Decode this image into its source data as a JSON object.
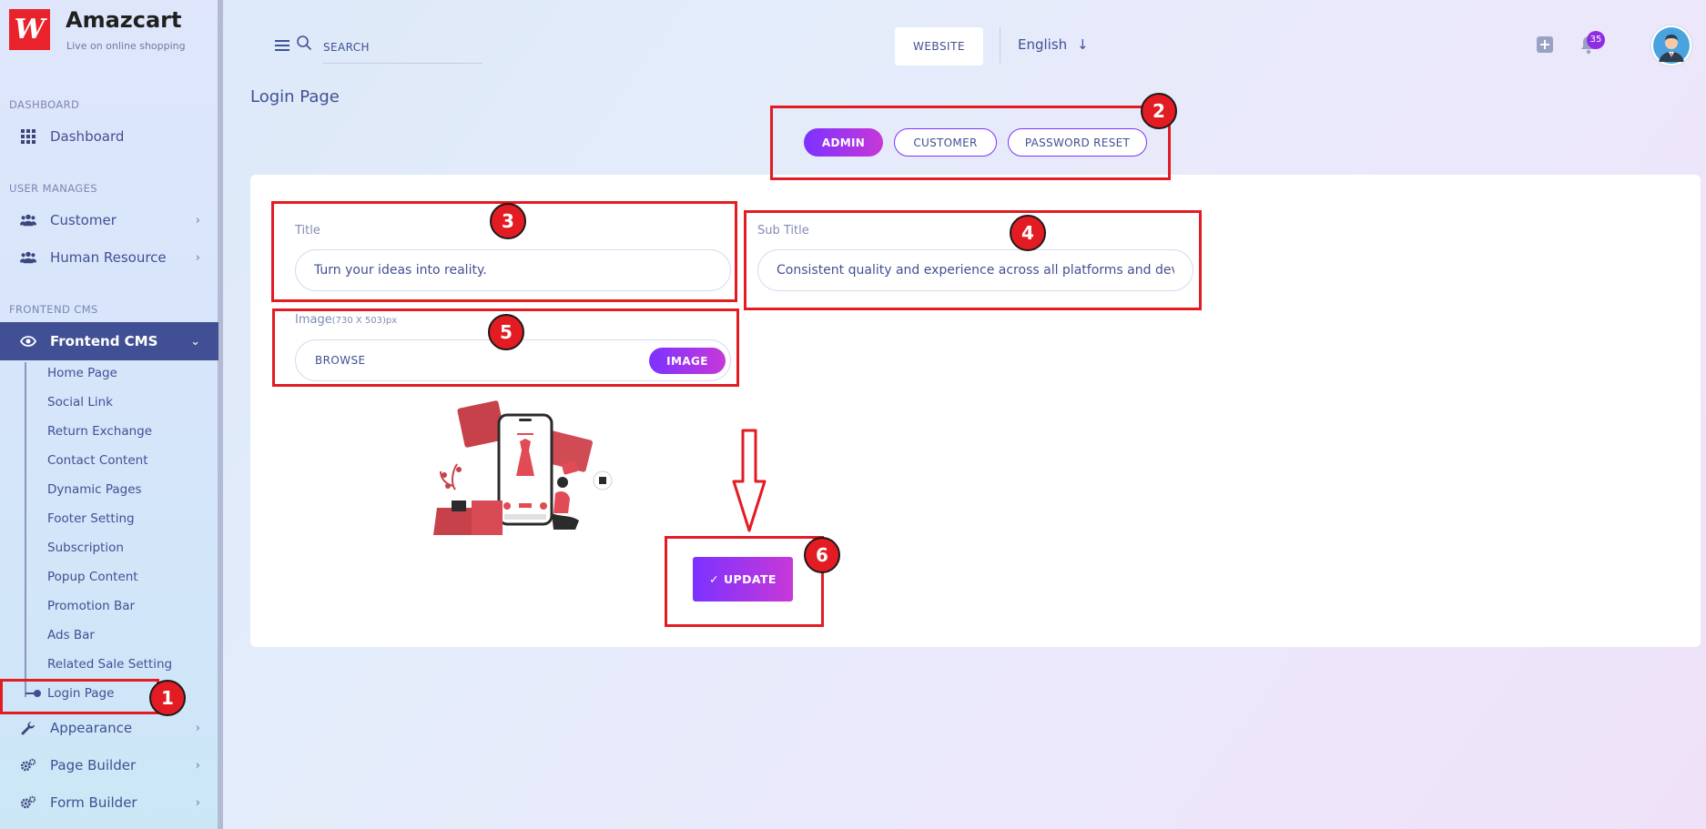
{
  "brand": {
    "name": "Amazcart",
    "tagline": "Live on online shopping",
    "logo_text": "W"
  },
  "sidebar": {
    "sections": {
      "dashboard": "DASHBOARD",
      "user_manages": "USER MANAGES",
      "frontend_cms": "FRONTEND CMS"
    },
    "items": {
      "dashboard": "Dashboard",
      "customer": "Customer",
      "human_resource": "Human Resource",
      "frontend_cms": "Frontend CMS",
      "appearance": "Appearance",
      "page_builder": "Page Builder",
      "form_builder": "Form Builder"
    },
    "submenu": [
      "Home Page",
      "Social Link",
      "Return Exchange",
      "Contact Content",
      "Dynamic Pages",
      "Footer Setting",
      "Subscription",
      "Popup Content",
      "Promotion Bar",
      "Ads Bar",
      "Related Sale Setting",
      "Login Page"
    ]
  },
  "header": {
    "search_placeholder": "SEARCH",
    "website_label": "WEBSITE",
    "language": "English",
    "notification_count": "35"
  },
  "main": {
    "page_title": "Login Page",
    "tabs": {
      "admin": "ADMIN",
      "customer": "CUSTOMER",
      "password_reset": "PASSWORD RESET"
    },
    "form": {
      "title_label": "Title",
      "title_value": "Turn your ideas into reality.",
      "subtitle_label": "Sub Title",
      "subtitle_value": "Consistent quality and experience across all platforms and dev",
      "image_label": "Image",
      "image_hint": "(730 X 503)px",
      "browse_label": "BROWSE",
      "image_button": "IMAGE",
      "update_button": "UPDATE",
      "update_check": "✓"
    }
  },
  "annotations": [
    "1",
    "2",
    "3",
    "4",
    "5",
    "6"
  ],
  "colors": {
    "primary": "#415094",
    "gradient_start": "#7c32ff",
    "gradient_end": "#c738d8",
    "annotation_red": "#e31b23"
  }
}
